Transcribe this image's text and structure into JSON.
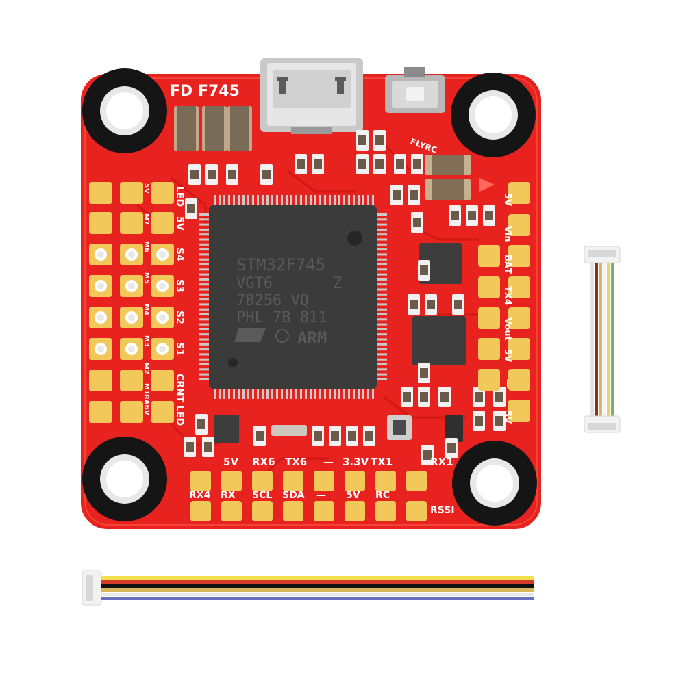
{
  "board": {
    "model_label": "FD F745",
    "chip_lines": [
      "STM32F745",
      "VGT6",
      "Z",
      "7B256 VQ",
      "PHL 7B 811"
    ],
    "chip_logo": "ARM",
    "left_labels": [
      "LED",
      "5V",
      "S4",
      "S3",
      "S2",
      "S1",
      "CRNT",
      "LED"
    ],
    "left_col_labels": [
      "5V",
      "M7",
      "M6",
      "M5",
      "M4",
      "M3",
      "M2",
      "M1",
      "RAI",
      "5V"
    ],
    "right_labels": [
      "5V",
      "Vin",
      "BAT",
      "TX4",
      "Vout",
      "5V",
      "—",
      "5V"
    ],
    "bottom_top_labels": [
      "5V",
      "RX6",
      "TX6",
      "—",
      "3.3V",
      "TX1",
      "RX1"
    ],
    "bottom_bottom_labels": [
      "RX4",
      "RX",
      "SCL",
      "SDA",
      "—",
      "5V",
      "RC",
      "RSSI"
    ],
    "brand_mark": "FLYRC",
    "colors": {
      "pcb": "#e8221e",
      "pad": "#f2c85a",
      "chip": "#3b3b3b",
      "mount_ring": "#151515"
    }
  },
  "cables": {
    "vertical_wire_colors": [
      "#e2e2e2",
      "#8a2f1f",
      "#d9b65a",
      "#f4f4f4",
      "#e8d56a",
      "#7fb06a"
    ],
    "horizontal_wire_colors": [
      "#f0e04a",
      "#d33b26",
      "#111111",
      "#d9b65a",
      "#e8e8e8",
      "#6a6fc2"
    ]
  }
}
